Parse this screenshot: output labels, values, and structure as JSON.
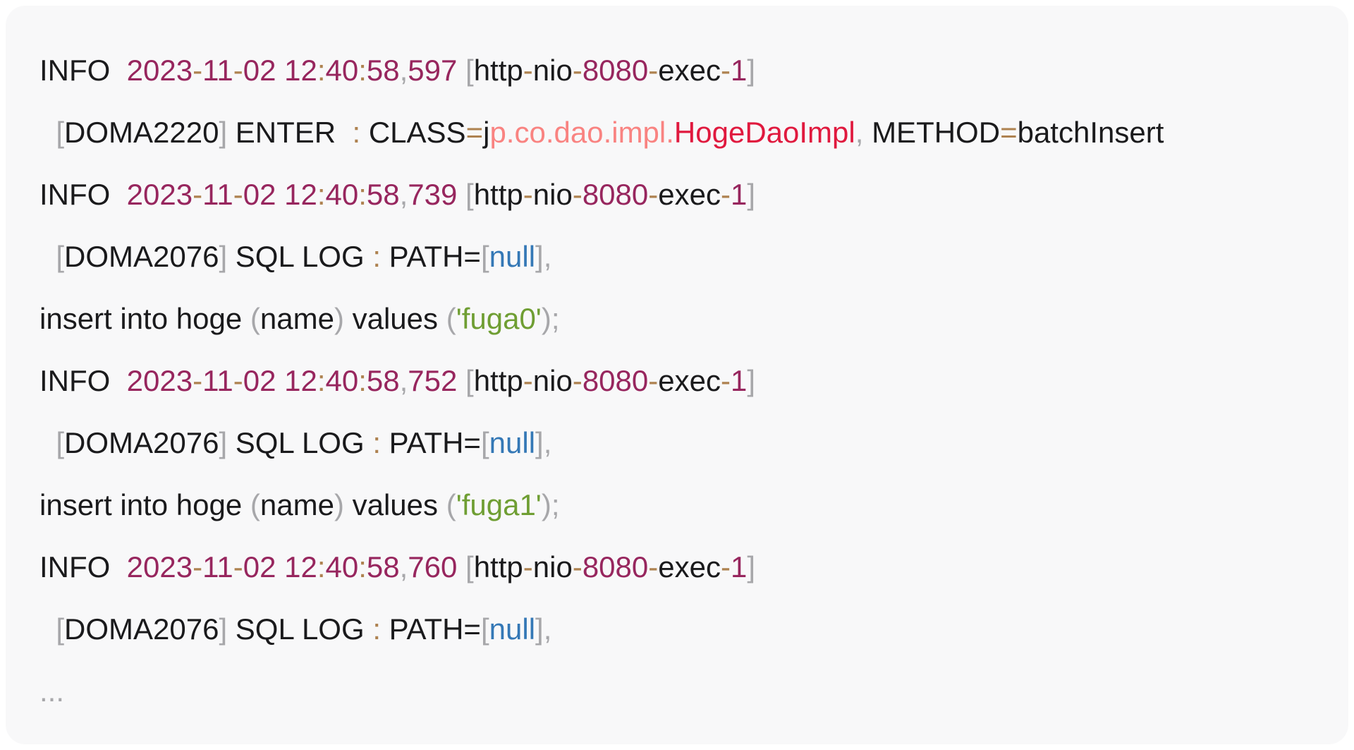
{
  "page": {
    "background": "#ffffff",
    "card_background": "#f8f8f9"
  },
  "log": {
    "colors": {
      "text": "#1a1a1c",
      "number": "#97265e",
      "operator": "#ae8250",
      "punctuation": "#a7a7aa",
      "null_literal": "#3478b6",
      "string": "#6f9e33",
      "namespace": "#f98381",
      "class_name": "#e0193e"
    },
    "lines": [
      {
        "segments": [
          {
            "text": "INFO  ",
            "token": "text"
          },
          {
            "text": "2023",
            "token": "number"
          },
          {
            "text": "-",
            "token": "operator"
          },
          {
            "text": "11",
            "token": "number"
          },
          {
            "text": "-",
            "token": "operator"
          },
          {
            "text": "02",
            "token": "number"
          },
          {
            "text": " ",
            "token": "text"
          },
          {
            "text": "12",
            "token": "number"
          },
          {
            "text": ":",
            "token": "operator"
          },
          {
            "text": "40",
            "token": "number"
          },
          {
            "text": ":",
            "token": "operator"
          },
          {
            "text": "58",
            "token": "number"
          },
          {
            "text": ",",
            "token": "punctuation"
          },
          {
            "text": "597",
            "token": "number"
          },
          {
            "text": " ",
            "token": "text"
          },
          {
            "text": "[",
            "token": "punctuation"
          },
          {
            "text": "http",
            "token": "text"
          },
          {
            "text": "-",
            "token": "operator"
          },
          {
            "text": "nio",
            "token": "text"
          },
          {
            "text": "-",
            "token": "operator"
          },
          {
            "text": "8080",
            "token": "number"
          },
          {
            "text": "-",
            "token": "operator"
          },
          {
            "text": "exec",
            "token": "text"
          },
          {
            "text": "-",
            "token": "operator"
          },
          {
            "text": "1",
            "token": "number"
          },
          {
            "text": "]",
            "token": "punctuation"
          }
        ]
      },
      {
        "segments": [
          {
            "text": "  ",
            "token": "text"
          },
          {
            "text": "[",
            "token": "punctuation"
          },
          {
            "text": "DOMA2220",
            "token": "text"
          },
          {
            "text": "]",
            "token": "punctuation"
          },
          {
            "text": " ENTER  ",
            "token": "text"
          },
          {
            "text": ":",
            "token": "operator"
          },
          {
            "text": " CLASS",
            "token": "text"
          },
          {
            "text": "=",
            "token": "operator"
          },
          {
            "text": "j",
            "token": "text"
          },
          {
            "text": "p.co.dao.impl.",
            "token": "namespace"
          },
          {
            "text": "HogeDaoImpl",
            "token": "class_name"
          },
          {
            "text": ",",
            "token": "punctuation"
          },
          {
            "text": " METHOD",
            "token": "text"
          },
          {
            "text": "=",
            "token": "operator"
          },
          {
            "text": "batchInsert",
            "token": "text"
          }
        ]
      },
      {
        "segments": [
          {
            "text": "INFO  ",
            "token": "text"
          },
          {
            "text": "2023",
            "token": "number"
          },
          {
            "text": "-",
            "token": "operator"
          },
          {
            "text": "11",
            "token": "number"
          },
          {
            "text": "-",
            "token": "operator"
          },
          {
            "text": "02",
            "token": "number"
          },
          {
            "text": " ",
            "token": "text"
          },
          {
            "text": "12",
            "token": "number"
          },
          {
            "text": ":",
            "token": "operator"
          },
          {
            "text": "40",
            "token": "number"
          },
          {
            "text": ":",
            "token": "operator"
          },
          {
            "text": "58",
            "token": "number"
          },
          {
            "text": ",",
            "token": "punctuation"
          },
          {
            "text": "739",
            "token": "number"
          },
          {
            "text": " ",
            "token": "text"
          },
          {
            "text": "[",
            "token": "punctuation"
          },
          {
            "text": "http",
            "token": "text"
          },
          {
            "text": "-",
            "token": "operator"
          },
          {
            "text": "nio",
            "token": "text"
          },
          {
            "text": "-",
            "token": "operator"
          },
          {
            "text": "8080",
            "token": "number"
          },
          {
            "text": "-",
            "token": "operator"
          },
          {
            "text": "exec",
            "token": "text"
          },
          {
            "text": "-",
            "token": "operator"
          },
          {
            "text": "1",
            "token": "number"
          },
          {
            "text": "]",
            "token": "punctuation"
          }
        ]
      },
      {
        "segments": [
          {
            "text": "  ",
            "token": "text"
          },
          {
            "text": "[",
            "token": "punctuation"
          },
          {
            "text": "DOMA2076",
            "token": "text"
          },
          {
            "text": "]",
            "token": "punctuation"
          },
          {
            "text": " SQL LOG ",
            "token": "text"
          },
          {
            "text": ":",
            "token": "operator"
          },
          {
            "text": " PATH=",
            "token": "text"
          },
          {
            "text": "[",
            "token": "punctuation"
          },
          {
            "text": "null",
            "token": "null_literal"
          },
          {
            "text": "]",
            "token": "punctuation"
          },
          {
            "text": ",",
            "token": "punctuation"
          }
        ]
      },
      {
        "segments": [
          {
            "text": "insert into hoge ",
            "token": "text"
          },
          {
            "text": "(",
            "token": "punctuation"
          },
          {
            "text": "name",
            "token": "text"
          },
          {
            "text": ")",
            "token": "punctuation"
          },
          {
            "text": " values ",
            "token": "text"
          },
          {
            "text": "(",
            "token": "punctuation"
          },
          {
            "text": "'fuga0'",
            "token": "string"
          },
          {
            "text": ")",
            "token": "punctuation"
          },
          {
            "text": ";",
            "token": "punctuation"
          }
        ]
      },
      {
        "segments": [
          {
            "text": "INFO  ",
            "token": "text"
          },
          {
            "text": "2023",
            "token": "number"
          },
          {
            "text": "-",
            "token": "operator"
          },
          {
            "text": "11",
            "token": "number"
          },
          {
            "text": "-",
            "token": "operator"
          },
          {
            "text": "02",
            "token": "number"
          },
          {
            "text": " ",
            "token": "text"
          },
          {
            "text": "12",
            "token": "number"
          },
          {
            "text": ":",
            "token": "operator"
          },
          {
            "text": "40",
            "token": "number"
          },
          {
            "text": ":",
            "token": "operator"
          },
          {
            "text": "58",
            "token": "number"
          },
          {
            "text": ",",
            "token": "punctuation"
          },
          {
            "text": "752",
            "token": "number"
          },
          {
            "text": " ",
            "token": "text"
          },
          {
            "text": "[",
            "token": "punctuation"
          },
          {
            "text": "http",
            "token": "text"
          },
          {
            "text": "-",
            "token": "operator"
          },
          {
            "text": "nio",
            "token": "text"
          },
          {
            "text": "-",
            "token": "operator"
          },
          {
            "text": "8080",
            "token": "number"
          },
          {
            "text": "-",
            "token": "operator"
          },
          {
            "text": "exec",
            "token": "text"
          },
          {
            "text": "-",
            "token": "operator"
          },
          {
            "text": "1",
            "token": "number"
          },
          {
            "text": "]",
            "token": "punctuation"
          }
        ]
      },
      {
        "segments": [
          {
            "text": "  ",
            "token": "text"
          },
          {
            "text": "[",
            "token": "punctuation"
          },
          {
            "text": "DOMA2076",
            "token": "text"
          },
          {
            "text": "]",
            "token": "punctuation"
          },
          {
            "text": " SQL LOG ",
            "token": "text"
          },
          {
            "text": ":",
            "token": "operator"
          },
          {
            "text": " PATH=",
            "token": "text"
          },
          {
            "text": "[",
            "token": "punctuation"
          },
          {
            "text": "null",
            "token": "null_literal"
          },
          {
            "text": "]",
            "token": "punctuation"
          },
          {
            "text": ",",
            "token": "punctuation"
          }
        ]
      },
      {
        "segments": [
          {
            "text": "insert into hoge ",
            "token": "text"
          },
          {
            "text": "(",
            "token": "punctuation"
          },
          {
            "text": "name",
            "token": "text"
          },
          {
            "text": ")",
            "token": "punctuation"
          },
          {
            "text": " values ",
            "token": "text"
          },
          {
            "text": "(",
            "token": "punctuation"
          },
          {
            "text": "'fuga1'",
            "token": "string"
          },
          {
            "text": ")",
            "token": "punctuation"
          },
          {
            "text": ";",
            "token": "punctuation"
          }
        ]
      },
      {
        "segments": [
          {
            "text": "INFO  ",
            "token": "text"
          },
          {
            "text": "2023",
            "token": "number"
          },
          {
            "text": "-",
            "token": "operator"
          },
          {
            "text": "11",
            "token": "number"
          },
          {
            "text": "-",
            "token": "operator"
          },
          {
            "text": "02",
            "token": "number"
          },
          {
            "text": " ",
            "token": "text"
          },
          {
            "text": "12",
            "token": "number"
          },
          {
            "text": ":",
            "token": "operator"
          },
          {
            "text": "40",
            "token": "number"
          },
          {
            "text": ":",
            "token": "operator"
          },
          {
            "text": "58",
            "token": "number"
          },
          {
            "text": ",",
            "token": "punctuation"
          },
          {
            "text": "760",
            "token": "number"
          },
          {
            "text": " ",
            "token": "text"
          },
          {
            "text": "[",
            "token": "punctuation"
          },
          {
            "text": "http",
            "token": "text"
          },
          {
            "text": "-",
            "token": "operator"
          },
          {
            "text": "nio",
            "token": "text"
          },
          {
            "text": "-",
            "token": "operator"
          },
          {
            "text": "8080",
            "token": "number"
          },
          {
            "text": "-",
            "token": "operator"
          },
          {
            "text": "exec",
            "token": "text"
          },
          {
            "text": "-",
            "token": "operator"
          },
          {
            "text": "1",
            "token": "number"
          },
          {
            "text": "]",
            "token": "punctuation"
          }
        ]
      },
      {
        "segments": [
          {
            "text": "  ",
            "token": "text"
          },
          {
            "text": "[",
            "token": "punctuation"
          },
          {
            "text": "DOMA2076",
            "token": "text"
          },
          {
            "text": "]",
            "token": "punctuation"
          },
          {
            "text": " SQL LOG ",
            "token": "text"
          },
          {
            "text": ":",
            "token": "operator"
          },
          {
            "text": " PATH=",
            "token": "text"
          },
          {
            "text": "[",
            "token": "punctuation"
          },
          {
            "text": "null",
            "token": "null_literal"
          },
          {
            "text": "]",
            "token": "punctuation"
          },
          {
            "text": ",",
            "token": "punctuation"
          }
        ]
      },
      {
        "segments": [
          {
            "text": "...",
            "token": "punctuation"
          }
        ]
      }
    ]
  }
}
